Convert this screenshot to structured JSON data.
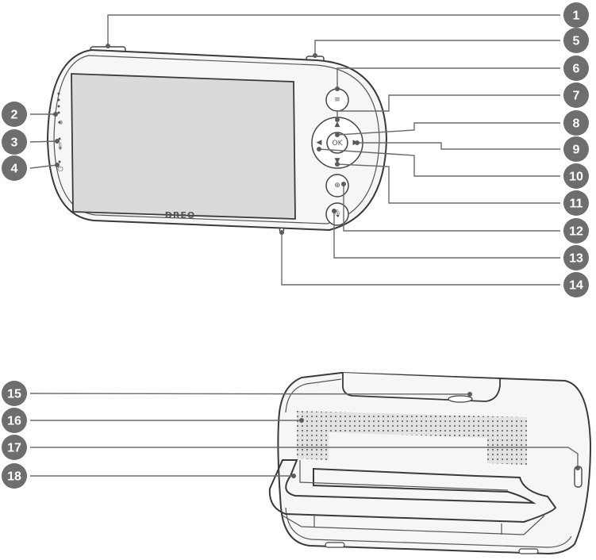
{
  "device": {
    "brand": "DREO",
    "ok_label": "OK",
    "screen_color": "#dadada",
    "body_color": "#f6f6f6",
    "speaker_color": "#e3e3e3"
  },
  "callouts": [
    {
      "label": "1"
    },
    {
      "label": "5"
    },
    {
      "label": "6"
    },
    {
      "label": "7"
    },
    {
      "label": "8"
    },
    {
      "label": "9"
    },
    {
      "label": "10"
    },
    {
      "label": "11"
    },
    {
      "label": "12"
    },
    {
      "label": "13"
    },
    {
      "label": "14"
    },
    {
      "label": "2"
    },
    {
      "label": "3"
    },
    {
      "label": "4"
    },
    {
      "label": "15"
    },
    {
      "label": "16"
    },
    {
      "label": "17"
    },
    {
      "label": "18"
    }
  ]
}
